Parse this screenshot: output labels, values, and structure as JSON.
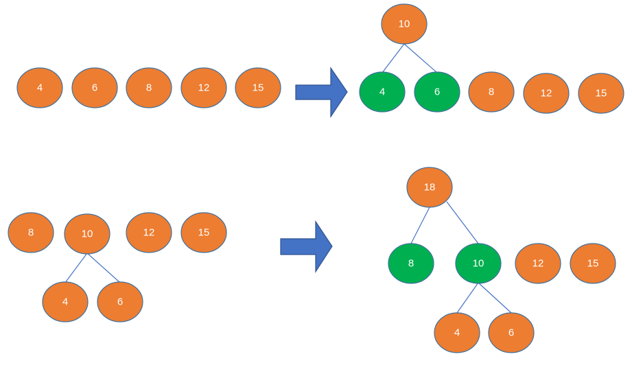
{
  "colors": {
    "queue_node": "#ed7d31",
    "merged_child": "#00b050",
    "node_border": "#41719c",
    "edge": "#4472c4",
    "arrow": "#4472c4",
    "text": "#ffffff"
  },
  "step1_before": {
    "nodes": [
      "4",
      "6",
      "8",
      "12",
      "15"
    ]
  },
  "step1_after": {
    "parent": "10",
    "children": [
      "4",
      "6"
    ],
    "rest": [
      "8",
      "12",
      "15"
    ]
  },
  "step2_before": {
    "nodes": [
      "8",
      "10",
      "12",
      "15"
    ],
    "subtree_children": [
      "4",
      "6"
    ]
  },
  "step2_after": {
    "parent": "18",
    "children": [
      "8",
      "10"
    ],
    "grandchildren": [
      "4",
      "6"
    ],
    "rest": [
      "12",
      "15"
    ]
  }
}
